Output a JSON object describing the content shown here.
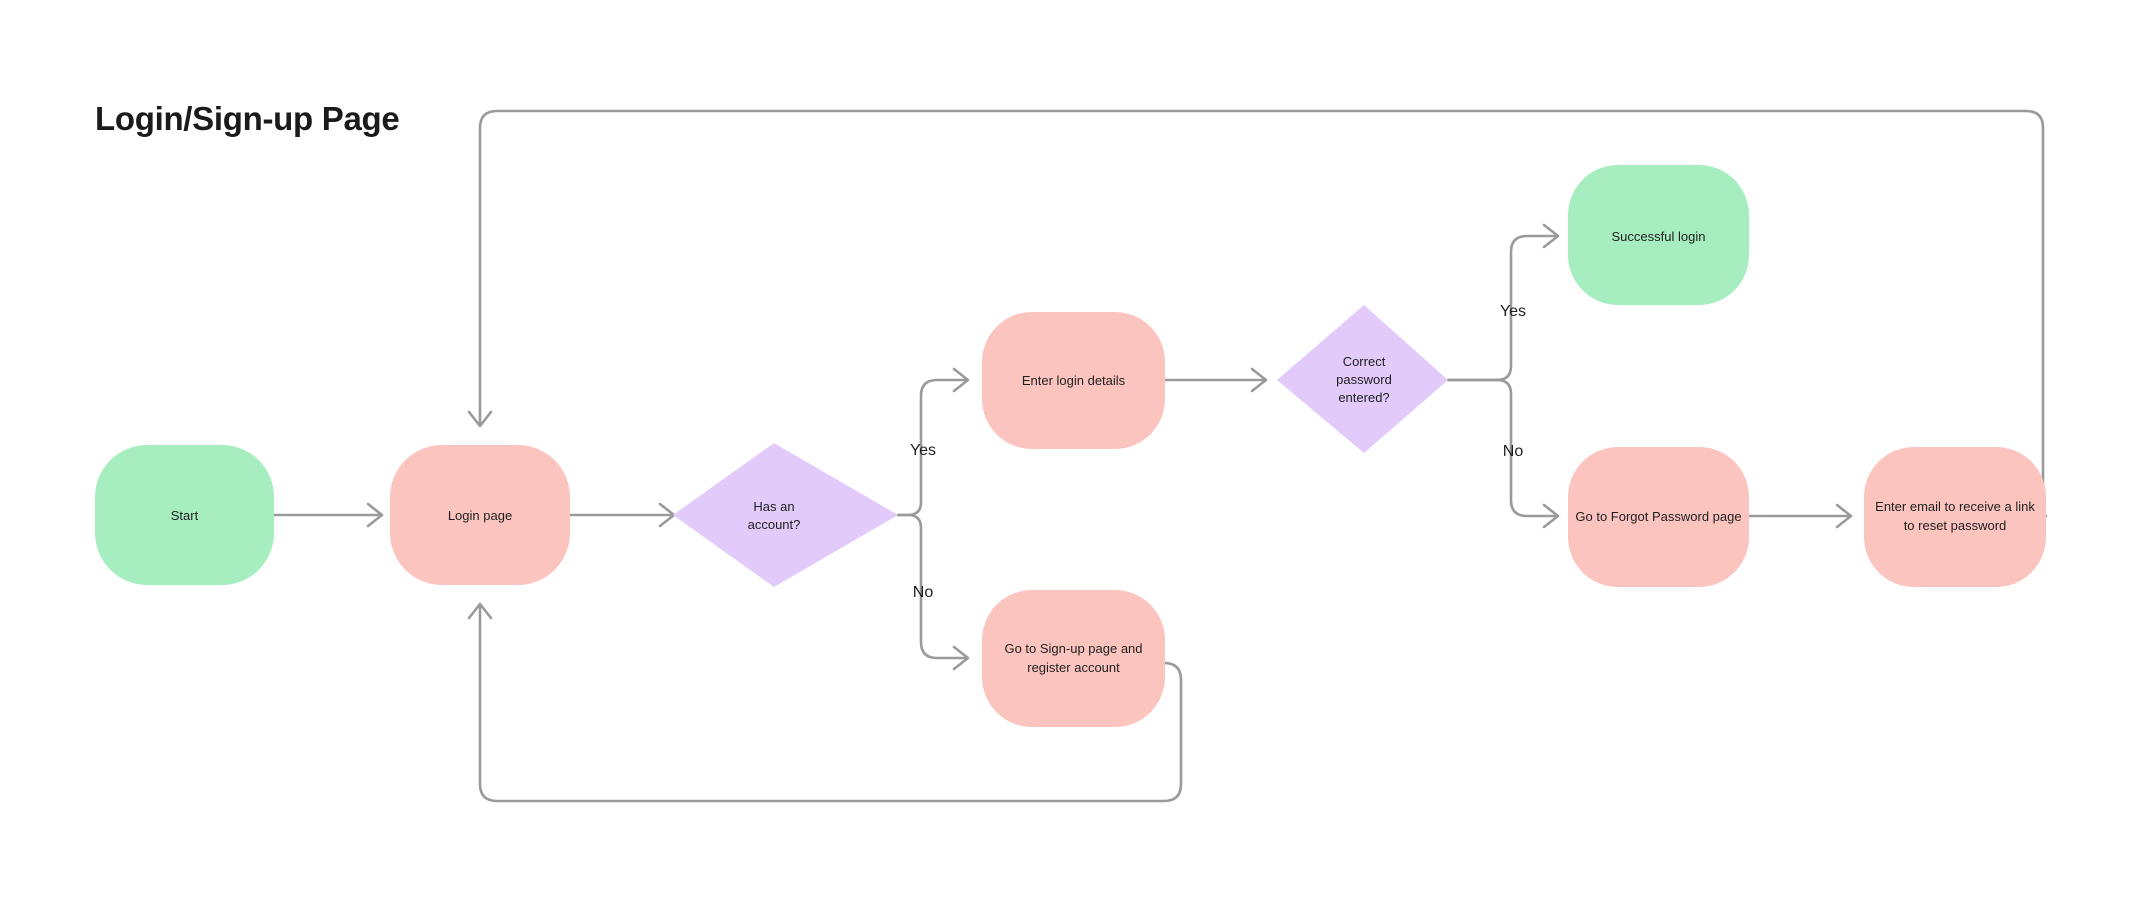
{
  "page": {
    "title": "Login/Sign-up Page",
    "background": "#ffffff"
  },
  "palette": {
    "green": "#A6EEBF",
    "pink": "#FBC4BE",
    "purple": "#E2CAFB",
    "connector": "#9a9a9a",
    "text": "#1f1f1f",
    "title_text": "#1b1b1b"
  },
  "diagram": {
    "type": "flowchart",
    "nodes": [
      {
        "id": "start",
        "label": "Start",
        "shape": "rounded-rect",
        "color": "#A6EEBF"
      },
      {
        "id": "login_page",
        "label": "Login page",
        "shape": "rounded-rect",
        "color": "#FBC4BE"
      },
      {
        "id": "has_account",
        "label": "Has an account?",
        "shape": "diamond",
        "color": "#E2CAFB"
      },
      {
        "id": "enter_login",
        "label": "Enter login details",
        "shape": "rounded-rect",
        "color": "#FBC4BE"
      },
      {
        "id": "signup",
        "label": "Go to Sign-up page and register account",
        "shape": "rounded-rect",
        "color": "#FBC4BE"
      },
      {
        "id": "correct_pwd",
        "label": "Correct password entered?",
        "shape": "diamond",
        "color": "#E2CAFB"
      },
      {
        "id": "success",
        "label": "Successful login",
        "shape": "rounded-rect",
        "color": "#A6EEBF"
      },
      {
        "id": "forgot",
        "label": "Go to Forgot Password page",
        "shape": "rounded-rect",
        "color": "#FBC4BE"
      },
      {
        "id": "reset_email",
        "label": "Enter email to receive a link to reset password",
        "shape": "rounded-rect",
        "color": "#FBC4BE"
      }
    ],
    "node_text_lines": {
      "start": [
        "Start"
      ],
      "login_page": [
        "Login page"
      ],
      "has_account": [
        "Has an",
        "account?"
      ],
      "enter_login": [
        "Enter login details"
      ],
      "signup": [
        "Go to Sign-up page and",
        "register account"
      ],
      "correct_pwd": [
        "Correct",
        "password",
        "entered?"
      ],
      "success": [
        "Successful login"
      ],
      "forgot": [
        "Go to Forgot Password page"
      ],
      "reset_email": [
        "Enter email to receive a link",
        "to reset password"
      ]
    },
    "edges": [
      {
        "from": "start",
        "to": "login_page",
        "label": ""
      },
      {
        "from": "login_page",
        "to": "has_account",
        "label": ""
      },
      {
        "from": "has_account",
        "to": "enter_login",
        "label": "Yes"
      },
      {
        "from": "has_account",
        "to": "signup",
        "label": "No"
      },
      {
        "from": "enter_login",
        "to": "correct_pwd",
        "label": ""
      },
      {
        "from": "correct_pwd",
        "to": "success",
        "label": "Yes"
      },
      {
        "from": "correct_pwd",
        "to": "forgot",
        "label": "No"
      },
      {
        "from": "forgot",
        "to": "reset_email",
        "label": ""
      },
      {
        "from": "reset_email",
        "to": "login_page",
        "label": ""
      },
      {
        "from": "signup",
        "to": "login_page",
        "label": ""
      }
    ],
    "edge_labels": {
      "has_account_yes": "Yes",
      "has_account_no": "No",
      "correct_pwd_yes": "Yes",
      "correct_pwd_no": "No"
    }
  }
}
